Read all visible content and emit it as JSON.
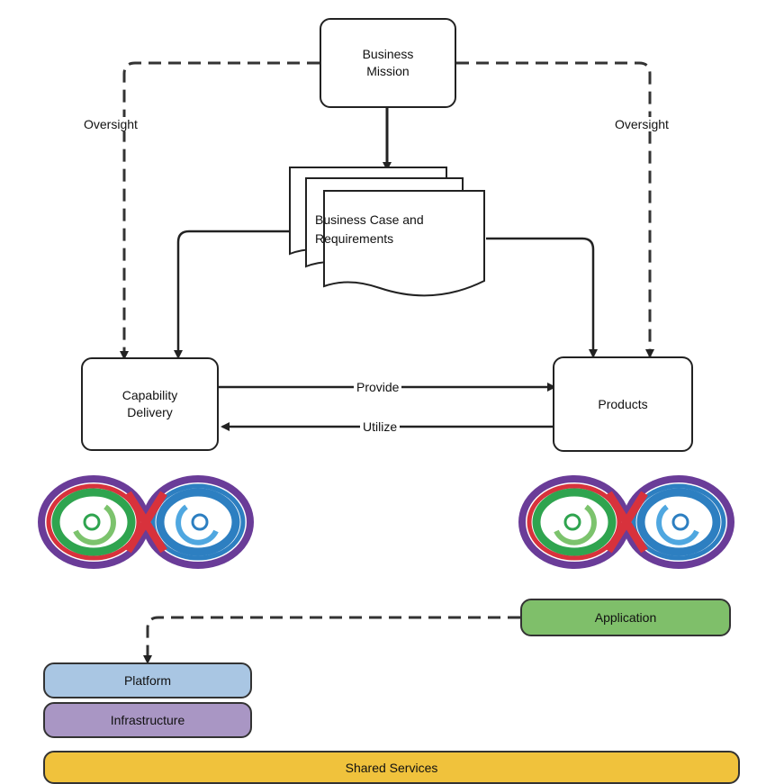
{
  "nodes": {
    "business_mission": "Business\nMission",
    "business_case": "Business Case and\nRequirements",
    "capability_delivery": "Capability\nDelivery",
    "products": "Products"
  },
  "edges": {
    "oversight_left": "Oversight",
    "oversight_right": "Oversight",
    "provide": "Provide",
    "utilize": "Utilize"
  },
  "layers": {
    "application": "Application",
    "platform": "Platform",
    "infrastructure": "Infrastructure",
    "shared_services": "Shared Services"
  },
  "colors": {
    "application": "#7fbf6a",
    "platform": "#a9c6e3",
    "infrastructure": "#a996c4",
    "shared_services": "#f0c23c",
    "loop_green": "#2fa44f",
    "loop_blue": "#2d7fc1",
    "loop_red": "#d8323c",
    "loop_purple": "#6a3c98"
  }
}
